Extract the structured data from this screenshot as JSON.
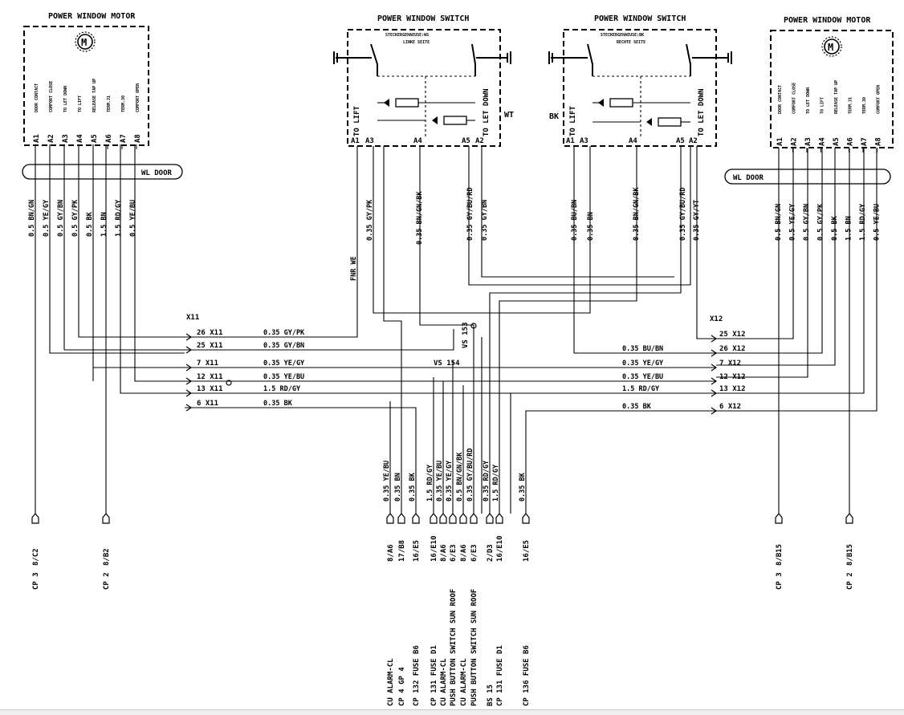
{
  "components": {
    "motor_left": {
      "title": "POWER WINDOW MOTOR"
    },
    "switch_left": {
      "title": "POWER WINDOW SWITCH",
      "label_line1": "STECKERGEHAEUSE:WS",
      "label_line2": "LINKE SEITE",
      "to_lift": "TO LIFT",
      "to_let_down": "TO LET DOWN",
      "color_tag": "WT"
    },
    "switch_right": {
      "title": "POWER WINDOW SWITCH",
      "label_line1": "STECKERGEHAEUSE:BK",
      "label_line2": "RECHTE SEITE",
      "to_lift": "TO LIFT",
      "to_let_down": "TO LET DOWN",
      "color_tag": "BK"
    },
    "motor_right": {
      "title": "POWER WINDOW MOTOR"
    }
  },
  "motor_pins": [
    {
      "pin": "A1",
      "func": "DOOR CONTACT"
    },
    {
      "pin": "A2",
      "func": "COMFORT CLOSE"
    },
    {
      "pin": "A3",
      "func": "TO LET DOWN"
    },
    {
      "pin": "A4",
      "func": "TO LIFT"
    },
    {
      "pin": "A5",
      "func": "RELEASE TAP UP"
    },
    {
      "pin": "A6",
      "func": "TERM.31"
    },
    {
      "pin": "A7",
      "func": "TERM.30"
    },
    {
      "pin": "A8",
      "func": "COMFORT OPEN"
    }
  ],
  "switch_pins": [
    "A1",
    "A3",
    "A4",
    "A5",
    "A2"
  ],
  "harness": {
    "left": "WL DOOR",
    "right": "WL DOOR"
  },
  "motor_wires": [
    "0.5 BN/GN",
    "0.5 YE/GY",
    "0.5 GY/BN",
    "0.5 GY/PK",
    "0.5 BK",
    "1.5 BN",
    "1.5 RD/GY",
    "0.5 YE/BU"
  ],
  "switch_left_wires": [
    "FNR WE",
    "0.35 GY/PK",
    "0.35 BN/GN/BK",
    "0.35 GY/BU/RD",
    "0.35 GY/BN"
  ],
  "switch_right_wires": [
    "0.35 BU/BN",
    "0.35 BN",
    "0.35 BN/GN/BK",
    "0.35 GY/BU/RD",
    "0.35 GY/YT"
  ],
  "connectors": {
    "x11": {
      "name": "X11",
      "pins": [
        {
          "pin": "26 X11",
          "wire": "0.35 GY/PK"
        },
        {
          "pin": "25 X11",
          "wire": "0.35 GY/BN"
        },
        {
          "pin": "7 X11",
          "wire": "0.35 YE/GY"
        },
        {
          "pin": "12 X11",
          "wire": "0.35 YE/BU"
        },
        {
          "pin": "13 X11",
          "wire": "1.5 RD/GY"
        },
        {
          "pin": "6 X11",
          "wire": "0.35 BK"
        }
      ]
    },
    "x12": {
      "name": "X12",
      "pins": [
        {
          "pin": "25 X12",
          "wire": ""
        },
        {
          "pin": "26 X12",
          "wire": "0.35 BU/BN"
        },
        {
          "pin": "7 X12",
          "wire": "0.35 YE/GY"
        },
        {
          "pin": "12 X12",
          "wire": "0.35 YE/BU"
        },
        {
          "pin": "13 X12",
          "wire": "1.5 RD/GY"
        },
        {
          "pin": "6 X12",
          "wire": "0.35 BK"
        }
      ]
    }
  },
  "splices": {
    "vs153": "VS 153",
    "vs154": "VS 154"
  },
  "bottom_wires": [
    "0.35 YE/BU",
    "0.35 BN",
    "0.35 BK",
    "1.5 RD/GY",
    "0.35 YE/BU",
    "0.35 YE/GY",
    "0.5 BN/GN/BK",
    "0.35 GY/BU/RD",
    "0.35 RD/GY",
    "1.5 RD/GY",
    "0.35 BK"
  ],
  "terminals": {
    "left": [
      {
        "name": "CP 3",
        "ref": "8/C2"
      },
      {
        "name": "CP 2",
        "ref": "8/B2"
      }
    ],
    "right": [
      {
        "name": "CP 3",
        "ref": "8/B15"
      },
      {
        "name": "CP 2",
        "ref": "8/B15"
      }
    ],
    "center": [
      {
        "name": "CU ALARM-CL",
        "ref": "8/A6"
      },
      {
        "name": "CP 4 GP 4",
        "ref": "17/B8"
      },
      {
        "name": "CP 132 FUSE B6",
        "ref": "16/E5"
      },
      {
        "name": "CP 131 FUSE D1",
        "ref": "16/E10"
      },
      {
        "name": "CU ALARM-CL",
        "ref": "8/A6"
      },
      {
        "name": "PUSH BUTTON SWITCH SUN ROOF",
        "ref": "6/E3"
      },
      {
        "name": "CU ALARM-CL",
        "ref": "8/A6"
      },
      {
        "name": "PUSH BUTTON SWITCH SUN ROOF",
        "ref": "6/E3"
      },
      {
        "name": "BS 15",
        "ref": "2/D3"
      },
      {
        "name": "CP 131 FUSE D1",
        "ref": "16/E10"
      },
      {
        "name": "CP 136 FUSE B6",
        "ref": "16/E5"
      }
    ]
  }
}
